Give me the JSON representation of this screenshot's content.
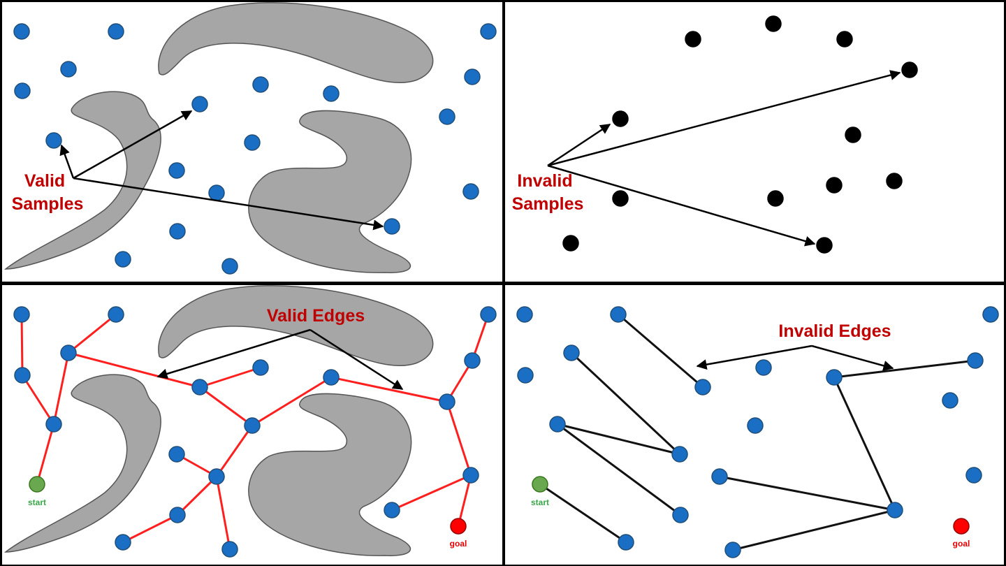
{
  "panels": {
    "valid_samples": {
      "label_line1": "Valid",
      "label_line2": "Samples"
    },
    "invalid_samples": {
      "label_line1": "Invalid",
      "label_line2": "Samples"
    },
    "valid_edges": {
      "label": "Valid Edges",
      "start": "start",
      "goal": "goal"
    },
    "invalid_edges": {
      "label": "Invalid Edges",
      "start": "start",
      "goal": "goal"
    }
  },
  "colors": {
    "valid_node": "#1a6fc4",
    "invalid_node": "#000000",
    "obstacle": "#a6a6a6",
    "valid_edge": "#ff1f1f",
    "invalid_edge": "#111111",
    "start": "#6aa84f",
    "goal": "#ff0000",
    "label": "#c00000"
  }
}
